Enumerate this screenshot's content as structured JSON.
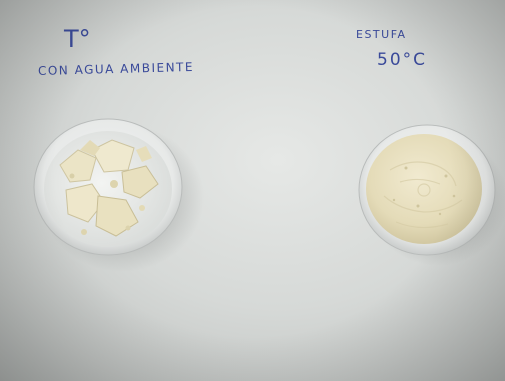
{
  "left_sample": {
    "heading": "T°",
    "condition": "CON AGUA AMBIENTE"
  },
  "right_sample": {
    "heading": "ESTUFA",
    "temperature": "50°C"
  },
  "colors": {
    "ink": "#3a4a9a",
    "paper": "#dcdfdd",
    "powder": "#ece5c8"
  }
}
